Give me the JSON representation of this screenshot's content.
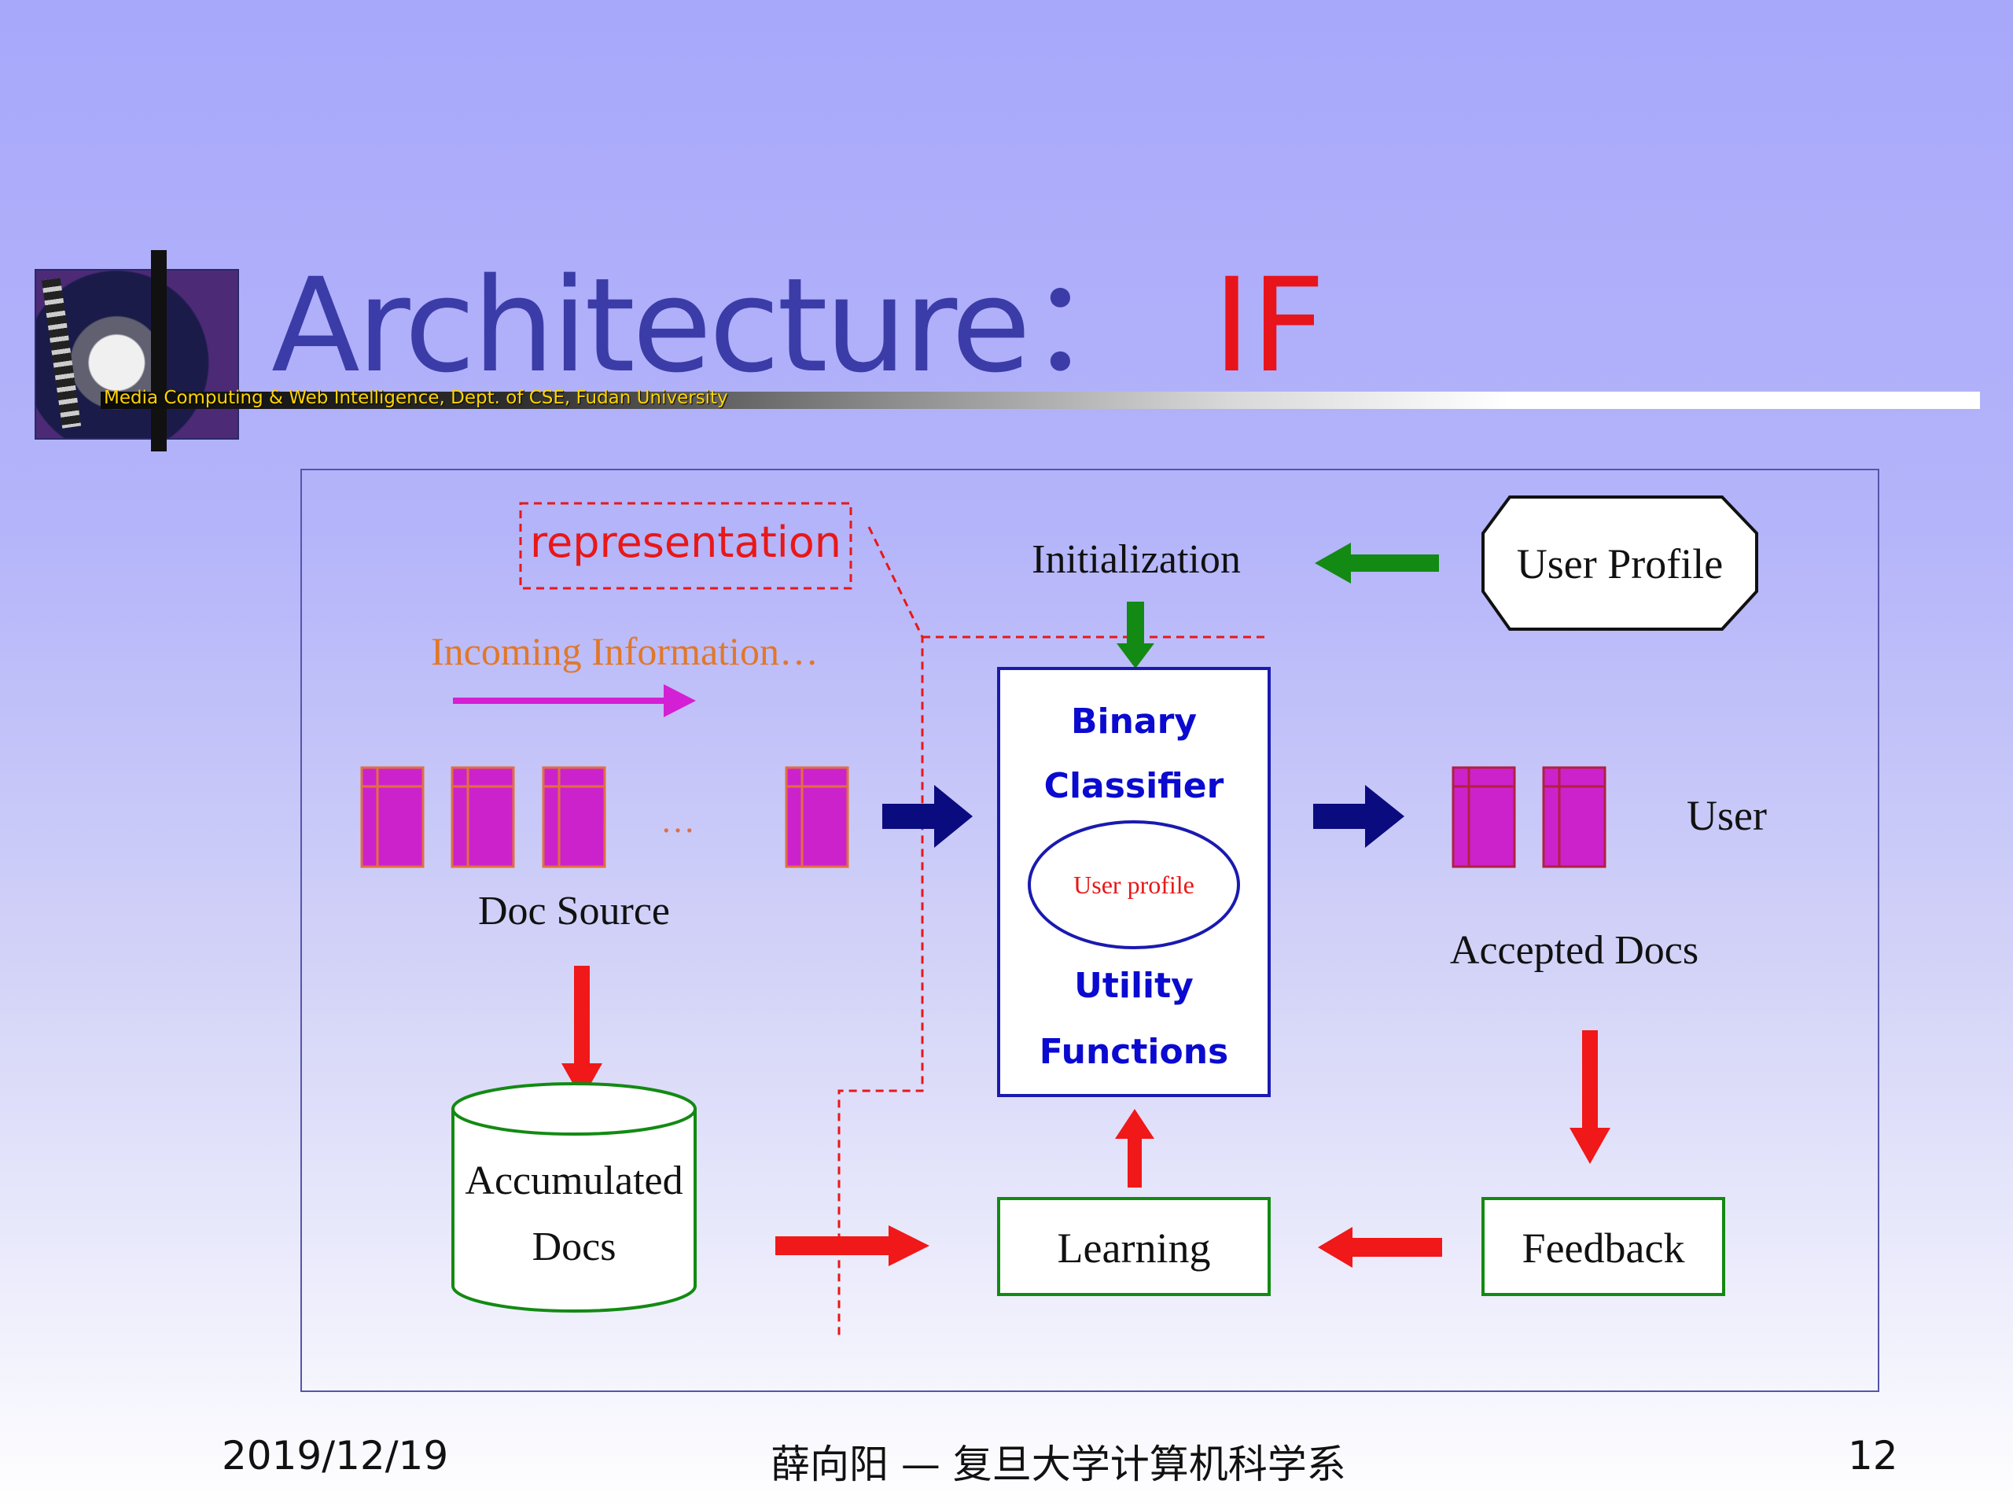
{
  "slide": {
    "title": "Architecture",
    "title_separator": "：",
    "title_accent": "IF",
    "banner_text": "Media Computing & Web Intelligence, Dept. of CSE, Fudan University"
  },
  "diagram": {
    "representation": "representation",
    "initialization": "Initialization",
    "user_profile_box": "User Profile",
    "incoming_information": "Incoming Information…",
    "doc_source": "Doc Source",
    "ellipsis": "…",
    "classifier_line1": "Binary",
    "classifier_line2": "Classifier",
    "inner_user_profile": "User profile",
    "classifier_line3": "Utility",
    "classifier_line4": "Functions",
    "user": "User",
    "accepted_docs": "Accepted Docs",
    "accumulated_line1": "Accumulated",
    "accumulated_line2": "Docs",
    "learning": "Learning",
    "feedback": "Feedback"
  },
  "footer": {
    "date": "2019/12/19",
    "center": "薛向阳 — 复旦大学计算机科学系",
    "page": "12"
  },
  "colors": {
    "title": "#3c3ca8",
    "accent": "#e8141c",
    "doc_fill": "#cc22cc",
    "doc_border": "#e07040",
    "navy_arrow": "#0b0b80",
    "green_arrow": "#138a13",
    "red_arrow": "#f01818",
    "magenta_arrow": "#d420d4",
    "incoming_text": "#e0782a"
  }
}
